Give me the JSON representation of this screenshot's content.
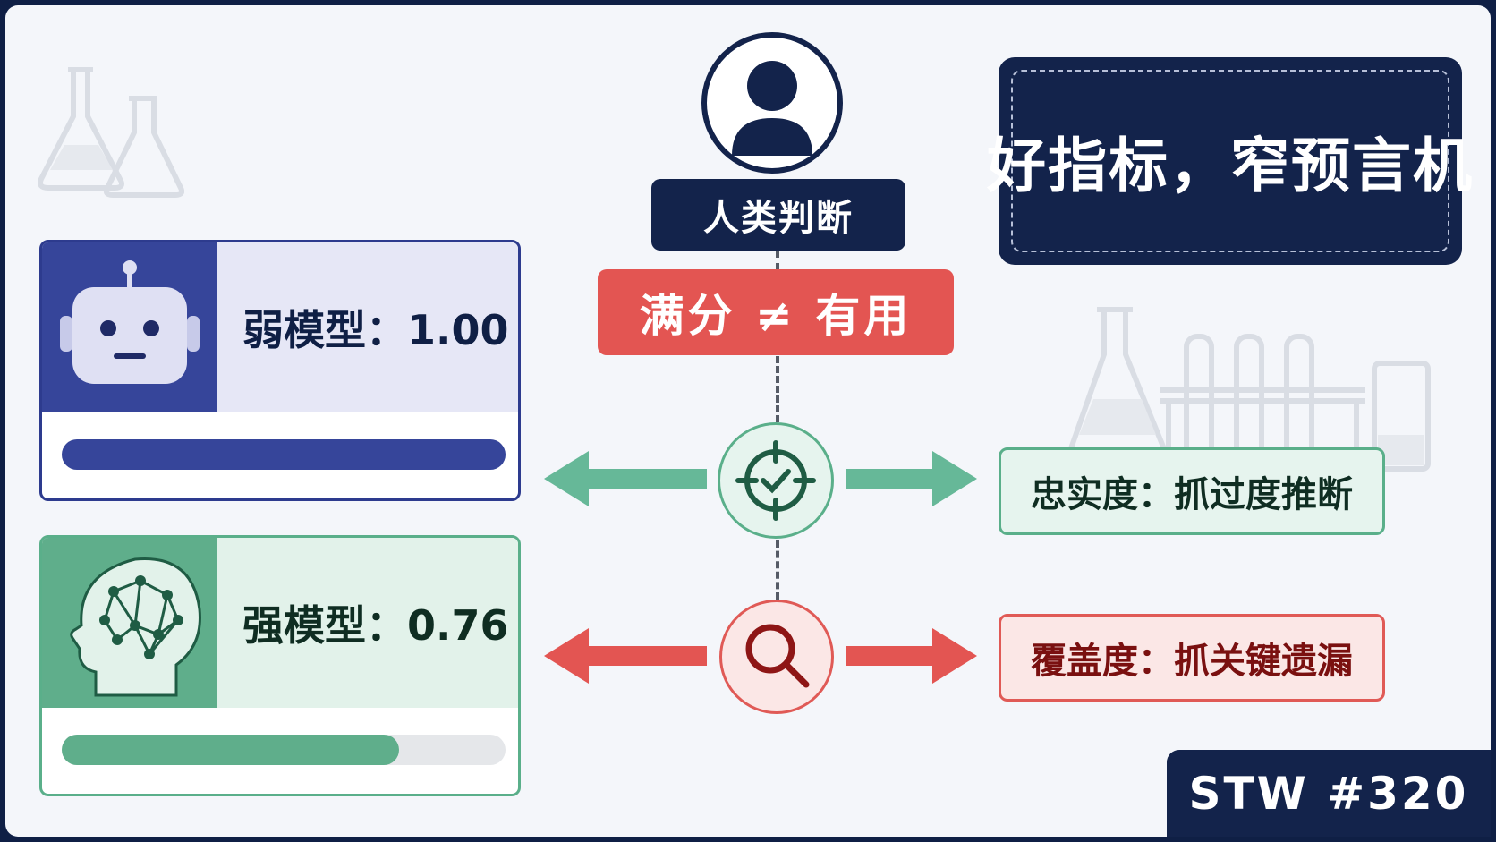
{
  "title": "好指标，窄预言机",
  "human": {
    "label": "人类判断",
    "icon": "person-icon"
  },
  "banner": {
    "text": "满分 ≠ 有用"
  },
  "models": {
    "weak": {
      "label": "弱模型：1.00",
      "score": 1.0,
      "icon": "robot-icon"
    },
    "strong": {
      "label": "强模型：0.76",
      "score": 0.76,
      "icon": "brain-network-icon"
    }
  },
  "metrics": {
    "faithfulness": {
      "label": "忠实度：抓过度推断",
      "icon": "target-check-icon"
    },
    "coverage": {
      "label": "覆盖度：抓关键遗漏",
      "icon": "magnifier-icon"
    }
  },
  "badge": "STW #320",
  "colors": {
    "navy": "#13234b",
    "indigo": "#36459a",
    "green": "#5fae8b",
    "red": "#e35552"
  }
}
